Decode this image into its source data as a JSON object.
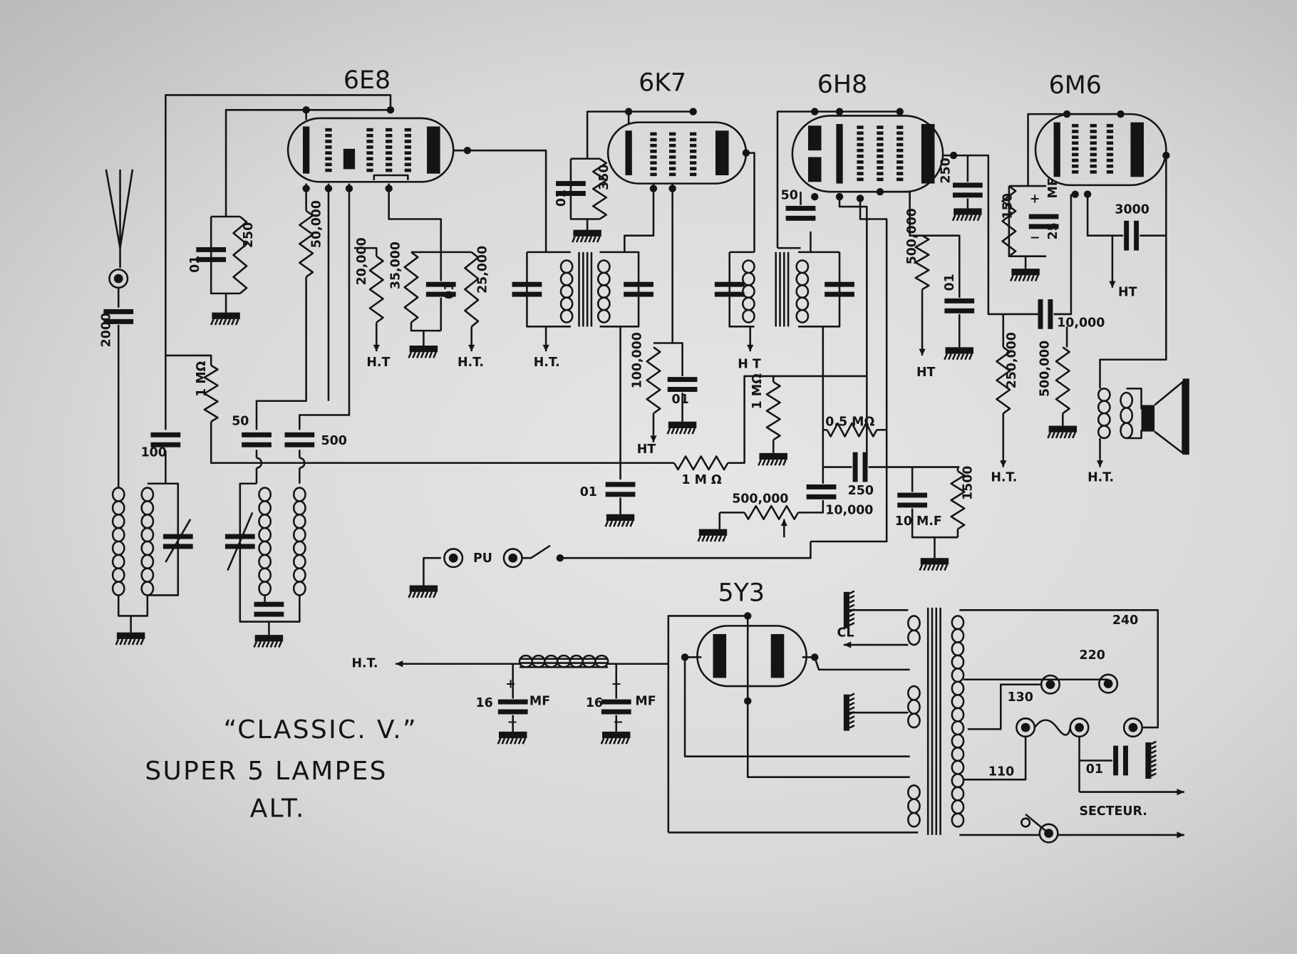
{
  "tubes": {
    "mixer": "6E8",
    "if_amp": "6K7",
    "detector": "6H8",
    "output": "6M6",
    "rectifier": "5Y3"
  },
  "title": {
    "line1": "“CLASSIC. V.”",
    "line2": "SUPER 5 LAMPES",
    "line3": "ALT."
  },
  "labels": [
    "2000",
    "100",
    "1 MΩ",
    "50",
    "500",
    "01",
    "250",
    "50,000",
    "20,000",
    "35,000",
    "01",
    "25,000",
    "H.T",
    "H.T.",
    "H.T.",
    "01",
    "350",
    "100,000",
    "01",
    "HT",
    "01",
    "1 M Ω",
    "H T",
    "50",
    "250",
    "500,000",
    "01",
    "HT",
    "1 MΩ",
    "0.5 MΩ",
    "250",
    "500,000",
    "10,000",
    "10 M.F",
    "1500",
    "150",
    "+",
    "MF",
    "−",
    "25",
    "3000",
    "HT",
    "10,000",
    "250,000",
    "500,000",
    "H.T.",
    "H.T.",
    "PU",
    "H.T.",
    "16",
    "MF",
    "16",
    "MF",
    "+",
    "+",
    "−",
    "−",
    "CL",
    "240",
    "220",
    "130",
    "110",
    "01",
    "SECTEUR."
  ],
  "colors": {
    "ink": "#141414",
    "paper": "#dcdcda"
  }
}
